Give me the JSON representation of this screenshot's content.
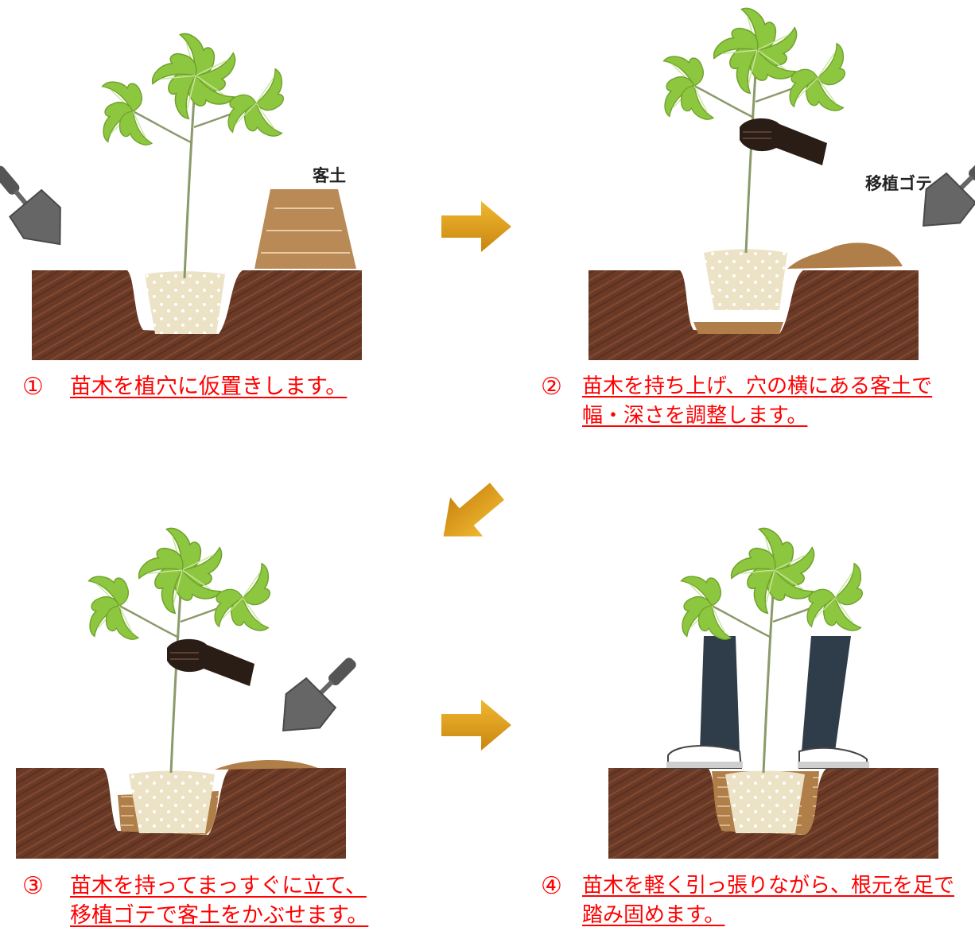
{
  "steps": [
    {
      "num": "①",
      "lines": [
        "苗木を植穴に仮置きします。"
      ]
    },
    {
      "num": "②",
      "lines": [
        "苗木を持ち上げ、穴の横にある客土で",
        "幅・深さを調整します。"
      ]
    },
    {
      "num": "③",
      "lines": [
        "苗木を持ってまっすぐに立て、",
        "移植ゴテで客土をかぶせます。"
      ]
    },
    {
      "num": "④",
      "lines": [
        "苗木を軽く引っ張りながら、根元を足で",
        "踏み固めます。"
      ]
    }
  ],
  "labels": {
    "soil": "客土",
    "trowel": "移植ゴテ"
  },
  "colors": {
    "soil": "#6b3a26",
    "fill_soil": "#b07e48",
    "root_ball": "#ede3c8",
    "leaf": "#8dc63f",
    "arrow": "#e0a020",
    "caption": "#ff0000",
    "trowel": "#555555",
    "jeans": "#2f3d4a",
    "hand": "#2a1d16"
  },
  "icons": [
    "trowel-icon",
    "hand-icon",
    "legs-icon",
    "arrow-icon"
  ]
}
